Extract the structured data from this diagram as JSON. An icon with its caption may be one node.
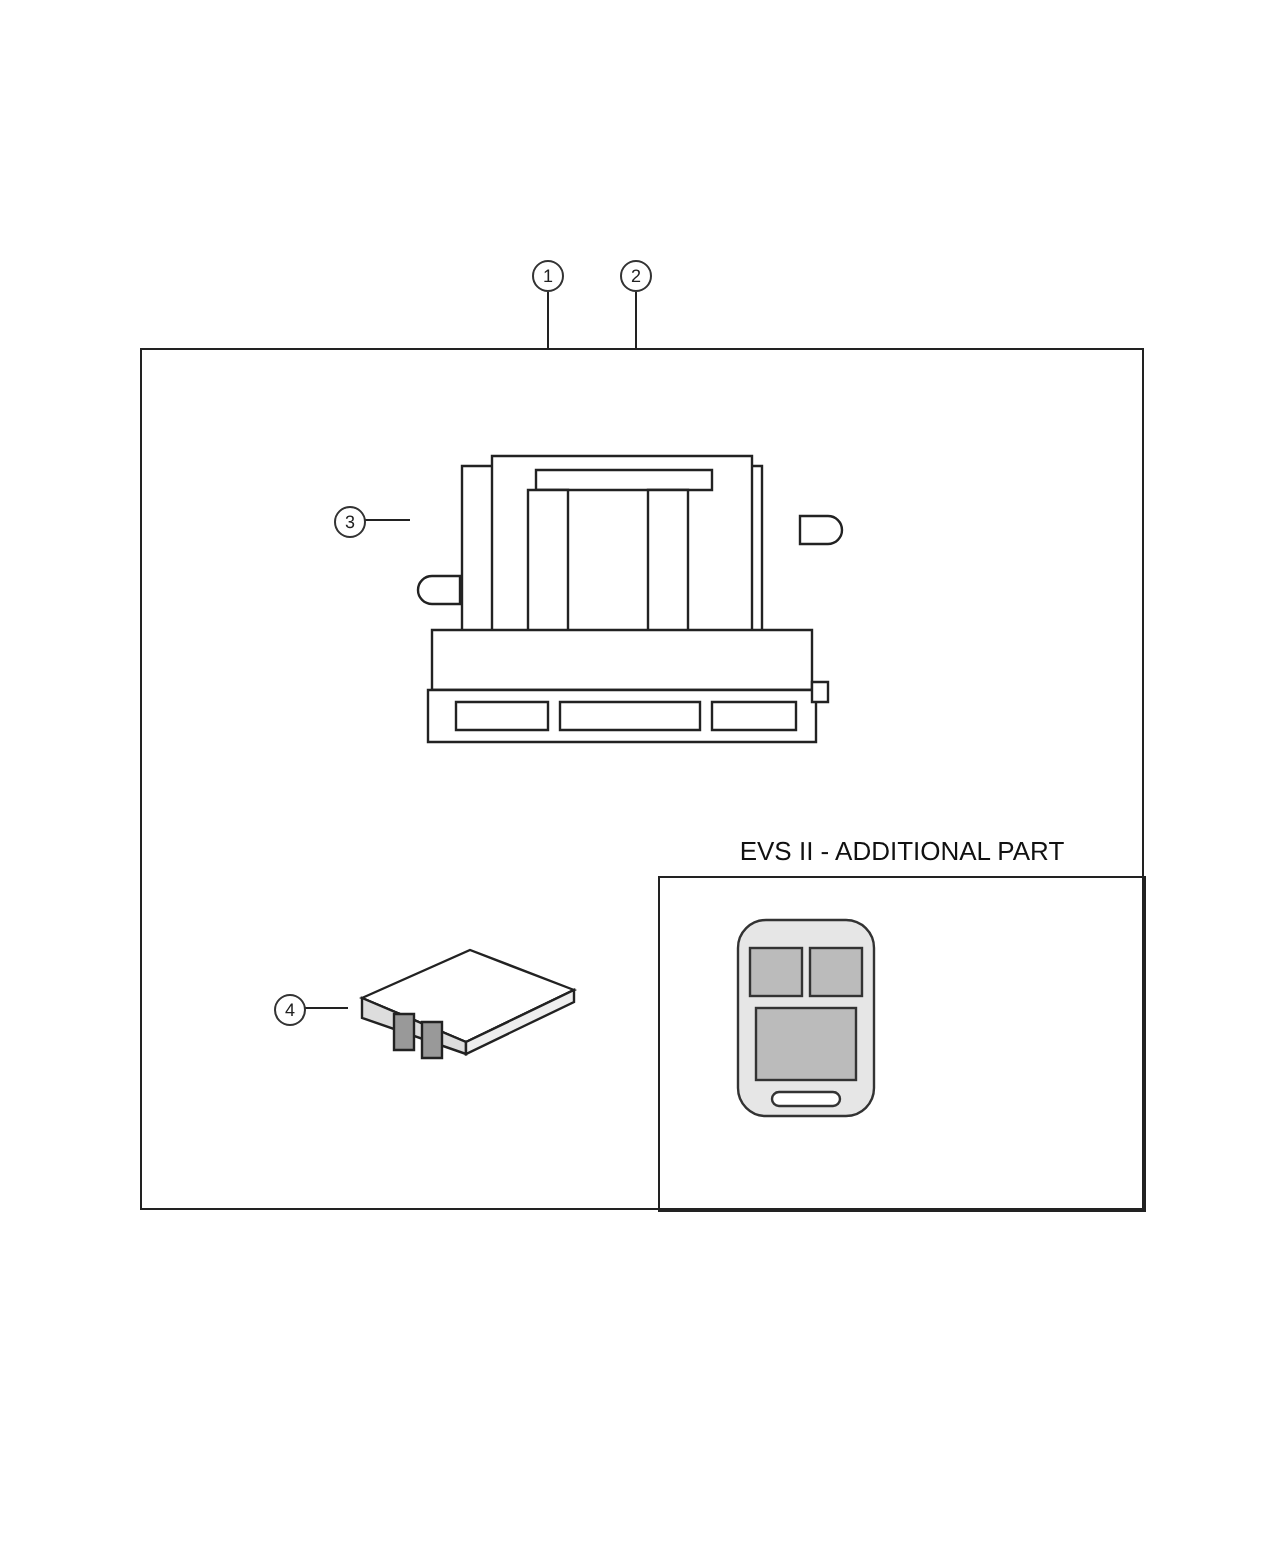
{
  "diagram": {
    "nodes": [
      {
        "text": [],
        "shape": "box"
      },
      {
        "text": [
          "1"
        ]
      },
      {
        "text": [
          "2"
        ]
      },
      {
        "text": [
          "3"
        ],
        "in": 0
      },
      {
        "text": [],
        "shape": "picture",
        "in": 0
      },
      {
        "text": [
          "4"
        ],
        "in": 0
      },
      {
        "text": [],
        "shape": "picture",
        "in": 0
      },
      {
        "text": [
          "EVS II - ADDITIONAL PART"
        ],
        "in": 0
      },
      {
        "text": [],
        "shape": "picture",
        "in": 7
      }
    ],
    "edges": [
      {
        "from": 1,
        "to": 0,
        "arrow": "none"
      },
      {
        "from": 2,
        "to": 0,
        "arrow": "none"
      },
      {
        "from": 3,
        "to": 4,
        "arrow": "none"
      },
      {
        "from": 5,
        "to": 6,
        "arrow": "none"
      }
    ]
  }
}
